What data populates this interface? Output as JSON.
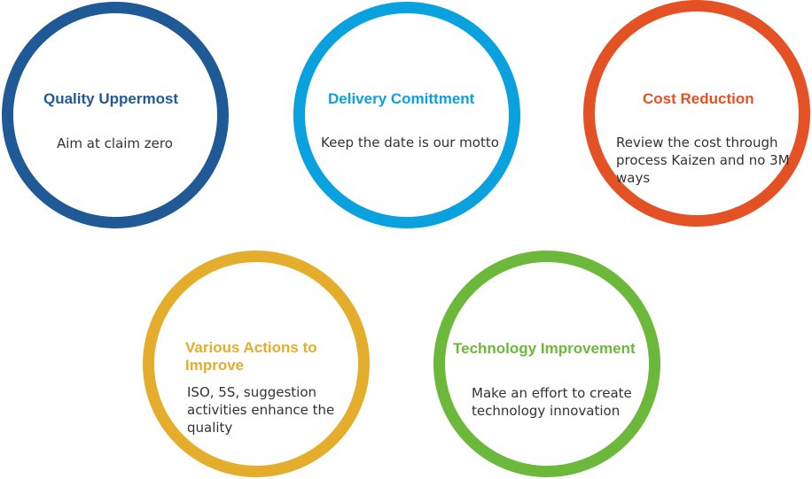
{
  "items": [
    {
      "title": "Quality Uppermost",
      "description": "Aim at claim zero",
      "color": "#1f5a96"
    },
    {
      "title": "Delivery Comittment",
      "description": "Keep the date is our motto",
      "color": "#0aa1df"
    },
    {
      "title": "Cost Reduction",
      "description": "Review the cost through process Kaizen and no 3M ways",
      "color": "#e35124"
    },
    {
      "title": "Various Actions to Improve",
      "description": "ISO, 5S, suggestion activities enhance the quality",
      "color": "#e4ae2c"
    },
    {
      "title": "Technology Improvement",
      "description": "Make an effort to create technology innovation",
      "color": "#6cb83a"
    }
  ]
}
